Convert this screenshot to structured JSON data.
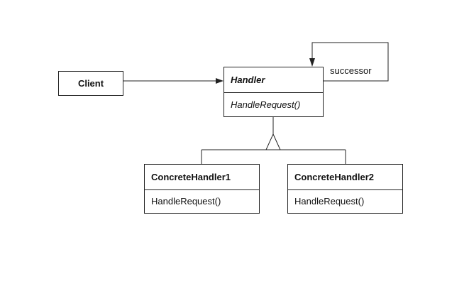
{
  "diagram": {
    "client": {
      "name": "Client"
    },
    "handler": {
      "name": "Handler",
      "operation": "HandleRequest()",
      "association_label": "successor"
    },
    "concrete_handler_1": {
      "name": "ConcreteHandler1",
      "operation": "HandleRequest()"
    },
    "concrete_handler_2": {
      "name": "ConcreteHandler2",
      "operation": "HandleRequest()"
    }
  },
  "colors": {
    "line": "#222222",
    "background": "#ffffff"
  }
}
